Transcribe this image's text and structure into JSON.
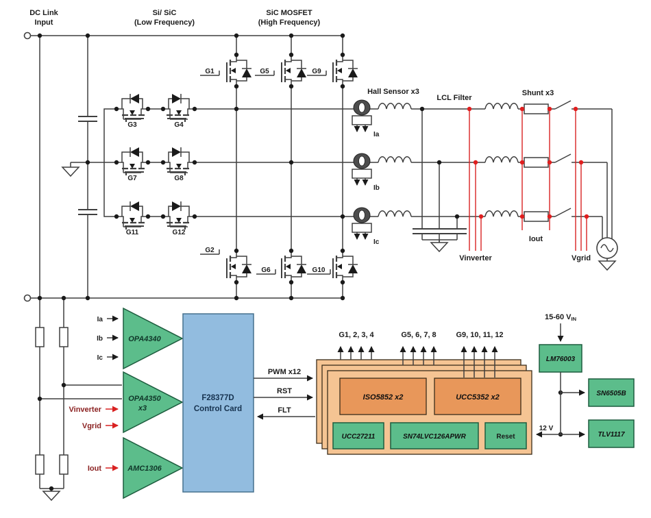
{
  "colors": {
    "wire": "#3f3f3f",
    "sense_red": "#d92121",
    "block_green": "#5cbd8b",
    "block_green_border": "#1d5c3e",
    "control_blue": "#92bcdf",
    "control_blue_border": "#46718e",
    "driver_card_orange": "#f5c493",
    "driver_block_orange": "#e8975a"
  },
  "titles": {
    "dc_link_1": "DC Link",
    "dc_link_2": "Input",
    "si_sic_1": "Si/ SiC",
    "si_sic_2": "(Low Frequency)",
    "sic_mosfet_1": "SiC MOSFET",
    "sic_mosfet_2": "(High Frequency)"
  },
  "power_stage": {
    "hall_sensor_label": "Hall Sensor x3",
    "lcl_filter_label": "LCL Filter",
    "shunt_label": "Shunt x3",
    "vinverter_label": "Vinverter",
    "iout_label": "Iout",
    "vgrid_label": "Vgrid",
    "hall_currents": [
      "Ia",
      "Ib",
      "Ic"
    ],
    "gate_labels": {
      "g1": "G1",
      "g2": "G2",
      "g3": "G3",
      "g4": "G4",
      "g5": "G5",
      "g6": "G6",
      "g7": "G7",
      "g8": "G8",
      "g9": "G9",
      "g10": "G10",
      "g11": "G11",
      "g12": "G12"
    }
  },
  "afe": {
    "current_inputs": [
      "Ia",
      "Ib",
      "Ic"
    ],
    "vinverter": "Vinverter",
    "vgrid": "Vgrid",
    "iout": "Iout",
    "opamp1": "OPA4340",
    "opamp2_line1": "OPA4350",
    "opamp2_line2": "x3",
    "adc": "AMC1306"
  },
  "controller": {
    "line1": "F28377D",
    "line2": "Control Card",
    "pwm": "PWM x12",
    "rst": "RST",
    "flt": "FLT"
  },
  "gate_driver": {
    "groups": [
      "G1, 2, 3, 4",
      "G5, 6, 7, 8",
      "G9, 10, 11, 12"
    ],
    "iso": "ISO5852 x2",
    "ucc": "UCC5352 x2",
    "ucc27211": "UCC27211",
    "buffer": "SN74LVC126APWR",
    "reset": "Reset"
  },
  "power_supply": {
    "vin": "15-60 V",
    "vin_sub": "IN",
    "buck": "LM76003",
    "push_pull": "SN6505B",
    "ldo": "TLV1117",
    "rail": "12 V"
  }
}
